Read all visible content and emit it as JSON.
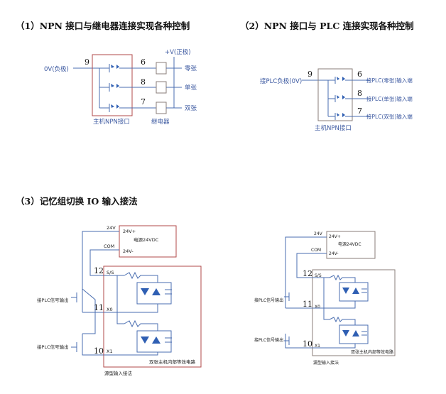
{
  "headings": {
    "h1": "（1）NPN 接口与继电器连接实现各种控制",
    "h2": "（2）NPN 接口与 PLC 连接实现各种控制",
    "h3": "（3）记忆组切换 IO 输入接法"
  },
  "d1": {
    "neg_label": "0V(负极)",
    "pos_label": "+V(正极)",
    "pins": [
      "9",
      "6",
      "8",
      "7"
    ],
    "out_labels": [
      "零张",
      "单张",
      "双张"
    ],
    "box_label": "主机NPN接口",
    "relay_label": "继电器"
  },
  "d2": {
    "neg_label": "接PLC负极(0V)",
    "pins": [
      "9",
      "6",
      "8",
      "7"
    ],
    "out_labels": [
      "接PLC(零张)输入端",
      "接PLC(单张)输入端",
      "接PLC(双张)输入端"
    ],
    "box_label": "主机NPN接口"
  },
  "d3": {
    "left": {
      "v24": "24V",
      "com": "COM",
      "ps_top": "24V+",
      "ps_mid": "电源24VDC",
      "ps_bot": "24V-",
      "pins": [
        "12",
        "11",
        "10"
      ],
      "ss": "S/S",
      "x0": "X0",
      "x1": "X1",
      "plc_sig1": "接PLC信号输出",
      "plc_sig2": "接PLC信号输出",
      "circuit_label": "双张主机内部等效电路",
      "caption": "源型输入接法"
    },
    "right": {
      "v24": "24V",
      "com": "COM",
      "ps_top": "24V+",
      "ps_mid": "电源24VDC",
      "ps_bot": "24V-",
      "pins": [
        "12",
        "11",
        "10"
      ],
      "ss": "S/S",
      "x0": "X0",
      "x1": "X1",
      "plc_sig1": "接PLC信号输出",
      "plc_sig2": "接PLC信号输出",
      "circuit_label": "双张主机内部等效电路",
      "caption": "漏型输入接法"
    }
  }
}
